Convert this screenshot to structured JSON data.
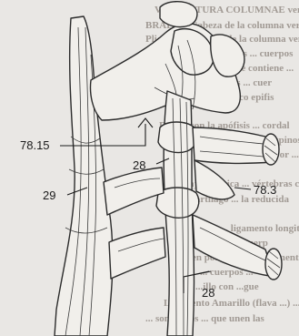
{
  "figure": {
    "labels": {
      "left_upper": "78.15",
      "left_lower": "29",
      "center": "28",
      "right": "78.3",
      "bottom": "28"
    },
    "bleed_through_lines": [
      "VANGUSTURA COLUMNAE verte",
      "BRALES. Cabeza de la columna verte",
      "Pliegues sinoviales de la columna vertebral",
      "articulaciones del atlas ... cuerpos",
      "acción. Ligamentos que contiene ...",
      "...bre todo en las caras ... cuer",
      "... en el centro del disco epifis",
      "Dorsal con la apófisis ... cordal",
      "... los ligamentos interespinosos y las",
      "... separado por ...",
      "Caja torácica ... vértebras cervicales, la",
      "cartílago ... la reducida",
      "La pieza ... ligamento longitudinal",
      "... plico ... los cuerp",
      "... en posición ... el ligamento longitudina",
      "... cuerpos ...",
      "...illo con ...gue",
      "Ligamento Amarillo (flava ...) ...",
      "... son cortos ... que unen las"
    ]
  }
}
